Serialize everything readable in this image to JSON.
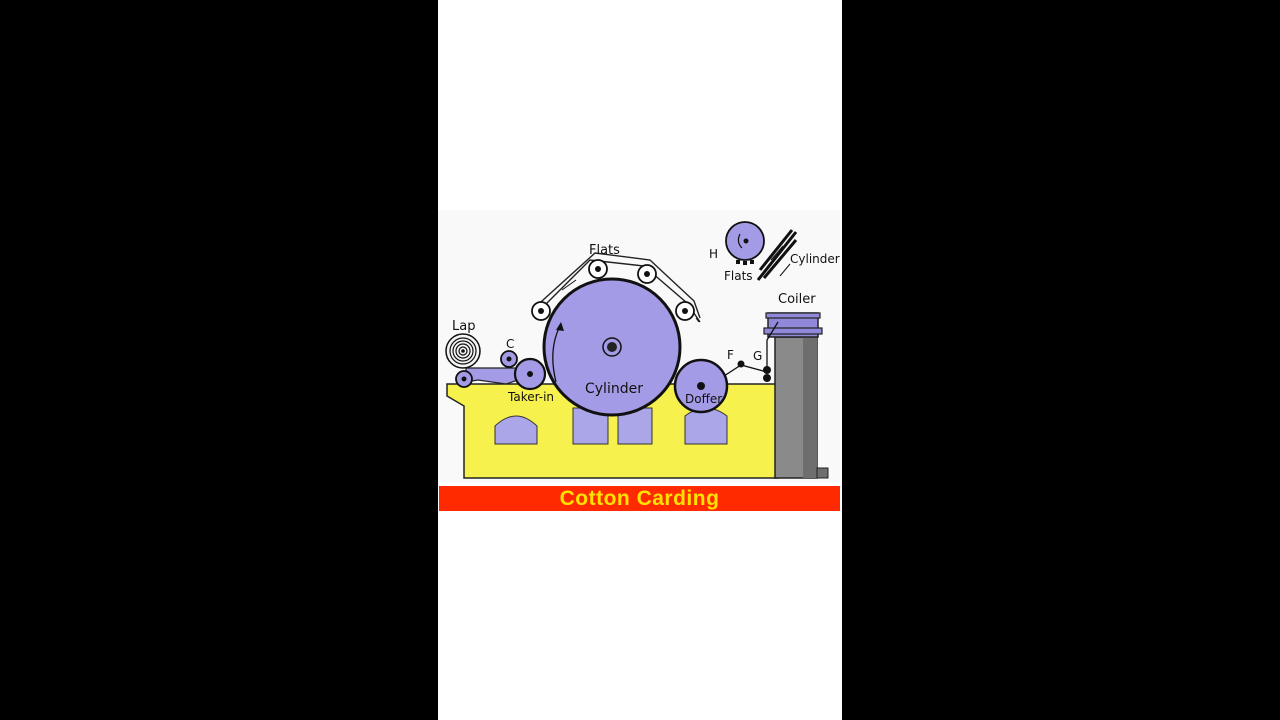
{
  "diagram": {
    "banner_title": "Cotton Carding",
    "labels": {
      "flats": "Flats",
      "lap": "Lap",
      "c": "C",
      "taker_in": "Taker-in",
      "cylinder": "Cylinder",
      "doffer": "Doffer",
      "f": "F",
      "g": "G",
      "coiler": "Coiler",
      "inset_h": "H",
      "inset_flats": "Flats",
      "inset_cylinder": "Cylinder"
    }
  },
  "colors": {
    "frame_yellow": "#f7f14d",
    "roller_purple": "#a39be6",
    "coiler_gray": "#8a8a8a",
    "banner_red": "#ff2a00",
    "banner_text": "#ffe300",
    "outline": "#111111"
  }
}
